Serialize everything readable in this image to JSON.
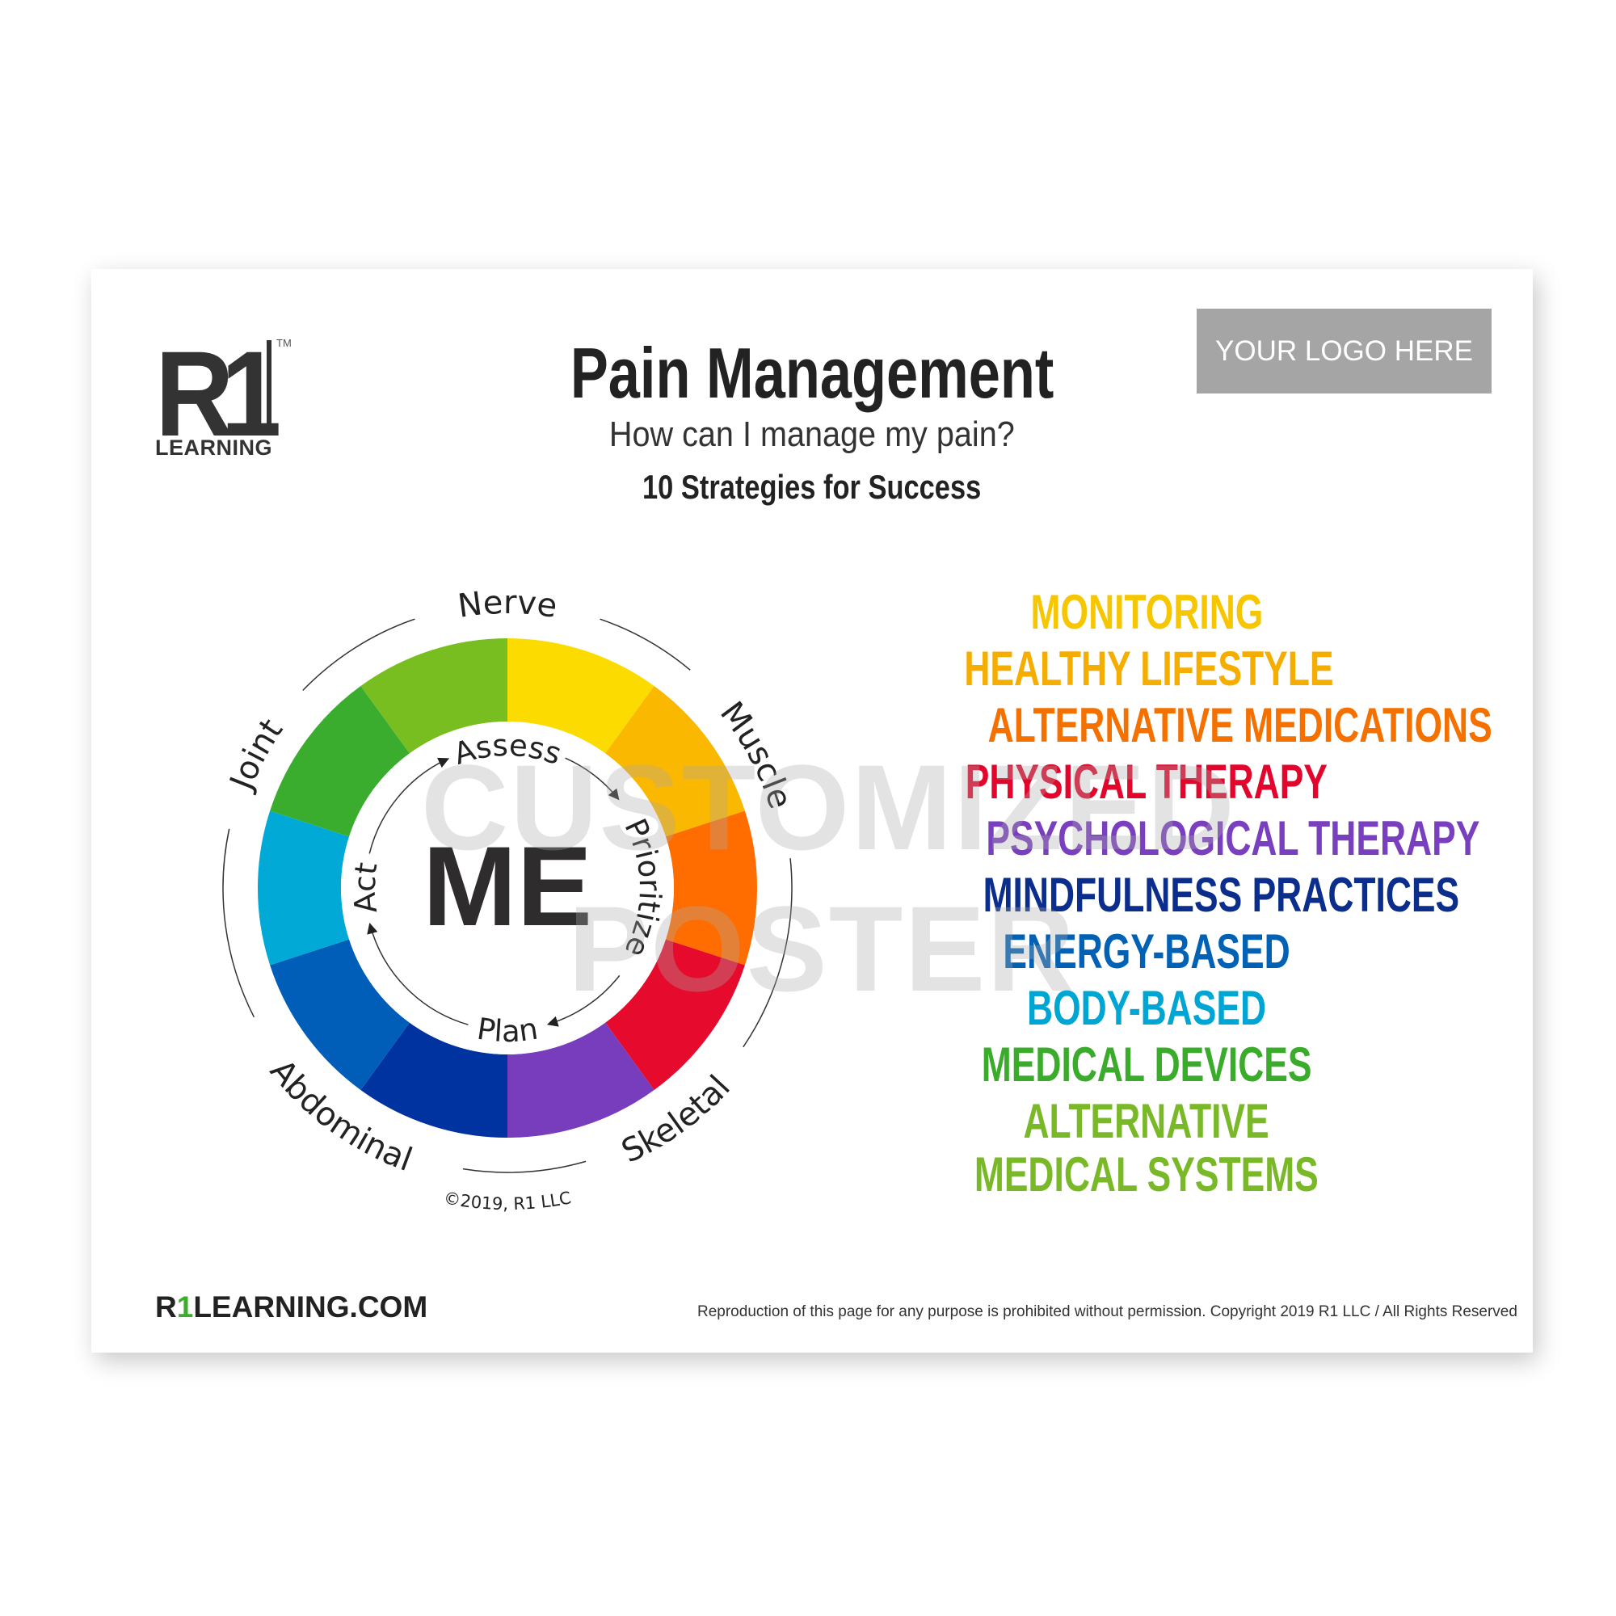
{
  "logo": {
    "mark": "R1",
    "tm": "TM",
    "word": "LEARNING"
  },
  "header": {
    "title": "Pain Management",
    "subtitle": "How can I manage my pain?",
    "tagline": "10 Strategies for Success",
    "logo_placeholder": "YOUR LOGO HERE"
  },
  "wheel": {
    "center": "ME",
    "segment_colors": [
      "#fcdc00",
      "#fbb800",
      "#ff6d00",
      "#e60b2c",
      "#773dbd",
      "#0033a0",
      "#005eb8",
      "#00a9d6",
      "#3aad2e",
      "#78be20"
    ],
    "outer_labels": [
      "Nerve",
      "Muscle",
      "Skeletal",
      "Abdominal",
      "Joint"
    ],
    "cycle_labels": [
      "Assess",
      "Prioritize",
      "Plan",
      "Act"
    ],
    "copyright": "©2019, R1 LLC"
  },
  "watermark": [
    "CUSTOMIZED",
    "POSTER"
  ],
  "strategies": [
    {
      "label": "MONITORING",
      "color": "#f6c700"
    },
    {
      "label": "HEALTHY LIFESTYLE",
      "color": "#f5ad00"
    },
    {
      "label": "ALTERNATIVE MEDICATIONS",
      "color": "#f47100"
    },
    {
      "label": "PHYSICAL THERAPY",
      "color": "#e2062c"
    },
    {
      "label": "PSYCHOLOGICAL THERAPY",
      "color": "#7a3fbf"
    },
    {
      "label": "MINDFULNESS PRACTICES",
      "color": "#0b2e8c"
    },
    {
      "label": "ENERGY-BASED",
      "color": "#0061b5"
    },
    {
      "label": "BODY-BASED",
      "color": "#00a6d3"
    },
    {
      "label": "MEDICAL DEVICES",
      "color": "#3aab2b"
    },
    {
      "label": "ALTERNATIVE",
      "color": "#79b928"
    },
    {
      "label": "MEDICAL SYSTEMS",
      "color": "#79b928"
    }
  ],
  "footer": {
    "site_prefix": "R",
    "site_one": "1",
    "site_suffix": "LEARNING.COM",
    "copyright": "Reproduction of this page for any purpose is prohibited without permission. Copyright 2019 R1 LLC / All Rights Reserved"
  }
}
